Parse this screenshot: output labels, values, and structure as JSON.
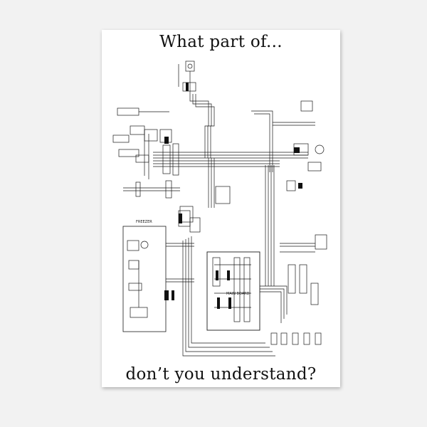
{
  "poster": {
    "title_top": "What part of...",
    "title_bottom": "don’t you understand?",
    "freezer_label": "FREEZER",
    "main_board_label": "MAIN BOARD"
  },
  "colors": {
    "background": "#f2f2f2",
    "paper": "#ffffff",
    "ink": "#111111"
  },
  "icons": [
    "wiring-schematic"
  ]
}
